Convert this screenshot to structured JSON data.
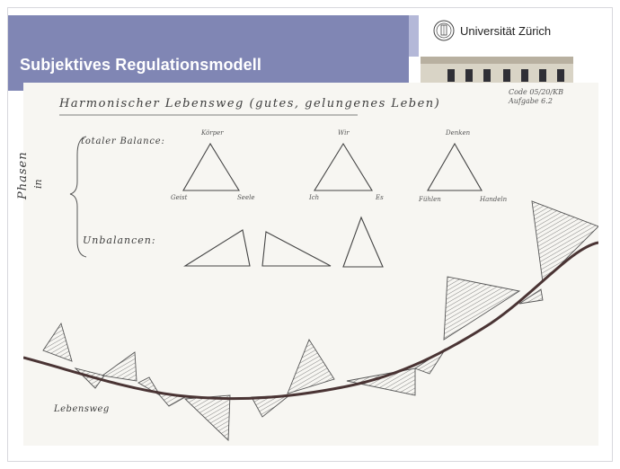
{
  "slide": {
    "title": "Subjektives Regulationsmodell",
    "university": "Universität Zürich"
  },
  "drawing": {
    "title": "Harmonischer Lebensweg (gutes, gelungenes Leben)",
    "code_line1": "Code 05/20/KB",
    "code_line2": "Aufgabe 6.2",
    "phasen_label": "Phasen",
    "in_label": "in",
    "totaler_balance_label": "totaler Balance:",
    "unbalancen_label": "Unbalancen:",
    "lebensweg_label": "Lebensweg",
    "triangles": [
      {
        "top": "Körper",
        "left": "Geist",
        "right": "Seele"
      },
      {
        "top": "Wir",
        "left": "Ich",
        "right": "Es"
      },
      {
        "top": "Denken",
        "left": "Fühlen",
        "right": "Handeln"
      }
    ]
  },
  "colors": {
    "header_band": "#8086b4",
    "pencil": "#4a4a4a",
    "path": "#4a3434",
    "paper": "#f7f6f2"
  }
}
